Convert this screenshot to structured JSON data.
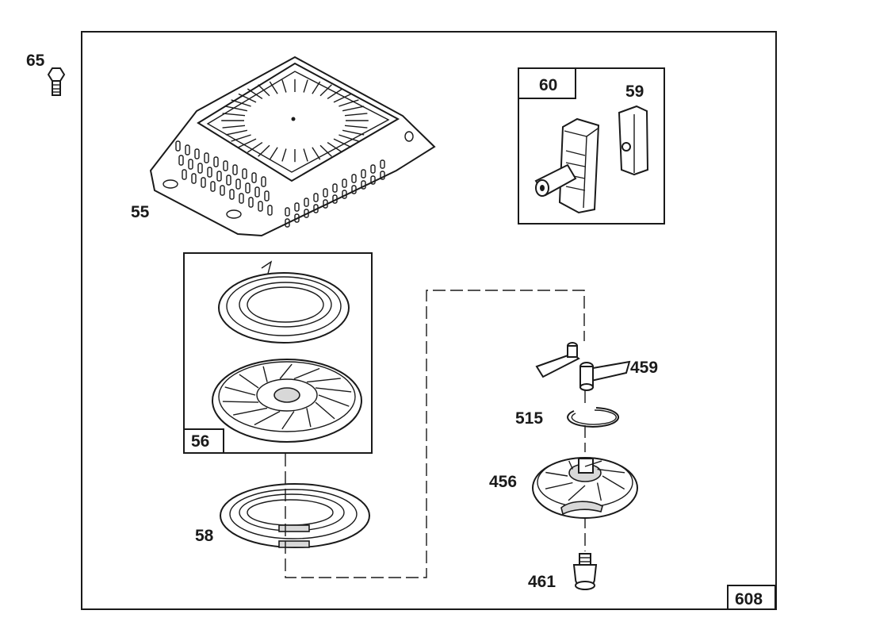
{
  "parts": {
    "p65": "65",
    "p55": "55",
    "p60": "60",
    "p59": "59",
    "p56": "56",
    "p58": "58",
    "p459": "459",
    "p515": "515",
    "p456": "456",
    "p461": "461"
  },
  "frame_label": "608"
}
